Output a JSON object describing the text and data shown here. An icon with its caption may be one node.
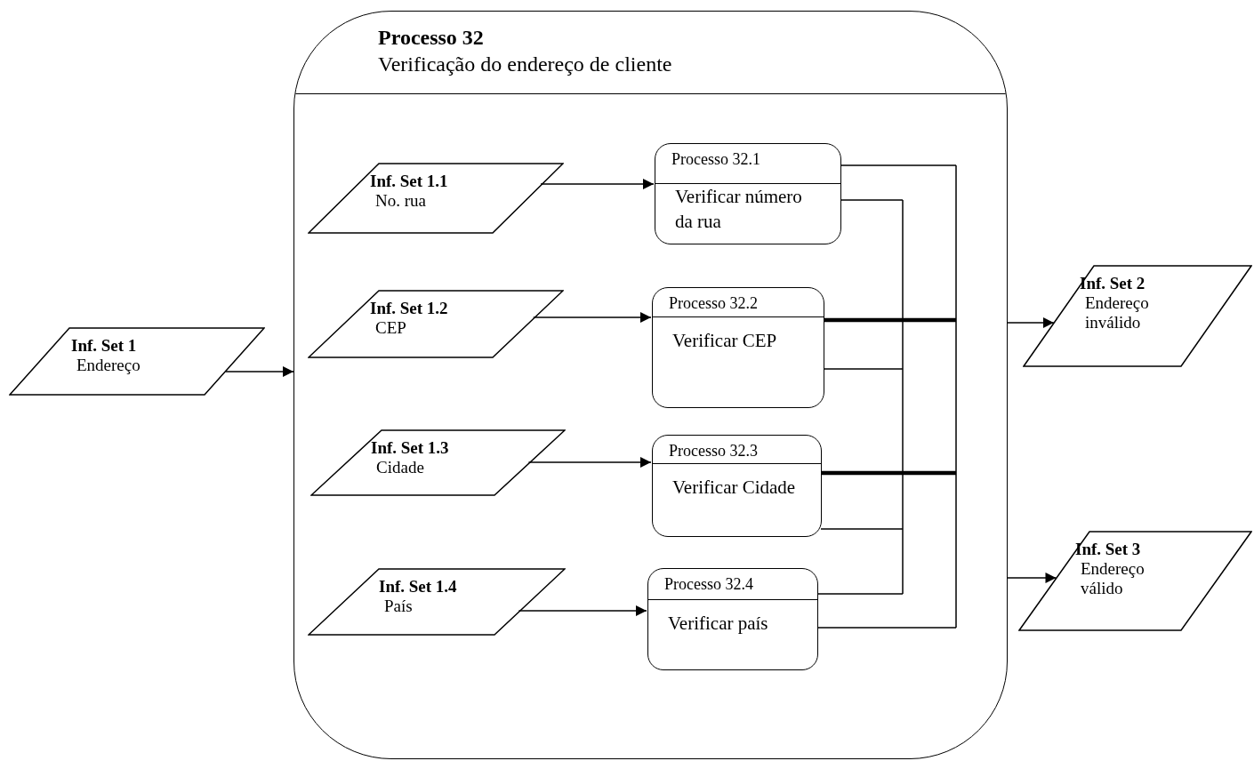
{
  "diagram": {
    "nodes": [
      {
        "text": [
          "Processo 32",
          "Verificação do endereço de cliente"
        ]
      },
      {
        "text": [
          "Inf. Set 1",
          "Endereço"
        ]
      },
      {
        "text": [
          "Inf. Set 1.1",
          "No. rua"
        ],
        "in": 0
      },
      {
        "text": [
          "Processo 32.1",
          "Verificar número da rua"
        ],
        "in": 0
      },
      {
        "text": [
          "Inf. Set 1.2",
          "CEP"
        ],
        "in": 0
      },
      {
        "text": [
          "Processo 32.2",
          "Verificar CEP"
        ],
        "in": 0
      },
      {
        "text": [
          "Inf. Set 1.3",
          "Cidade"
        ],
        "in": 0
      },
      {
        "text": [
          "Processo 32.3",
          "Verificar Cidade"
        ],
        "in": 0
      },
      {
        "text": [
          "Inf. Set 1.4",
          "País"
        ],
        "in": 0
      },
      {
        "text": [
          "Processo 32.4",
          "Verificar país"
        ],
        "in": 0
      },
      {
        "text": [
          "Inf. Set 2",
          "Endereço inválido"
        ]
      },
      {
        "text": [
          "Inf. Set 3",
          "Endereço válido"
        ]
      }
    ],
    "edges": [
      {
        "from": 1,
        "to": 0,
        "arrow": "to"
      },
      {
        "from": 2,
        "to": 3,
        "arrow": "to"
      },
      {
        "from": 4,
        "to": 5,
        "arrow": "to"
      },
      {
        "from": 6,
        "to": 7,
        "arrow": "to"
      },
      {
        "from": 8,
        "to": 9,
        "arrow": "to"
      },
      {
        "from": 0,
        "to": 10,
        "arrow": "to"
      },
      {
        "from": 0,
        "to": 11,
        "arrow": "to"
      },
      {
        "from": 3,
        "to": null,
        "arrow": "none"
      },
      {
        "from": 3,
        "to": null,
        "arrow": "none"
      },
      {
        "from": 5,
        "to": null,
        "arrow": "none",
        "style": "thick"
      },
      {
        "from": 5,
        "to": null,
        "arrow": "none"
      },
      {
        "from": 7,
        "to": null,
        "arrow": "none",
        "style": "thick"
      },
      {
        "from": 7,
        "to": null,
        "arrow": "none"
      },
      {
        "from": 9,
        "to": null,
        "arrow": "none"
      },
      {
        "from": 9,
        "to": null,
        "arrow": "none"
      }
    ]
  }
}
